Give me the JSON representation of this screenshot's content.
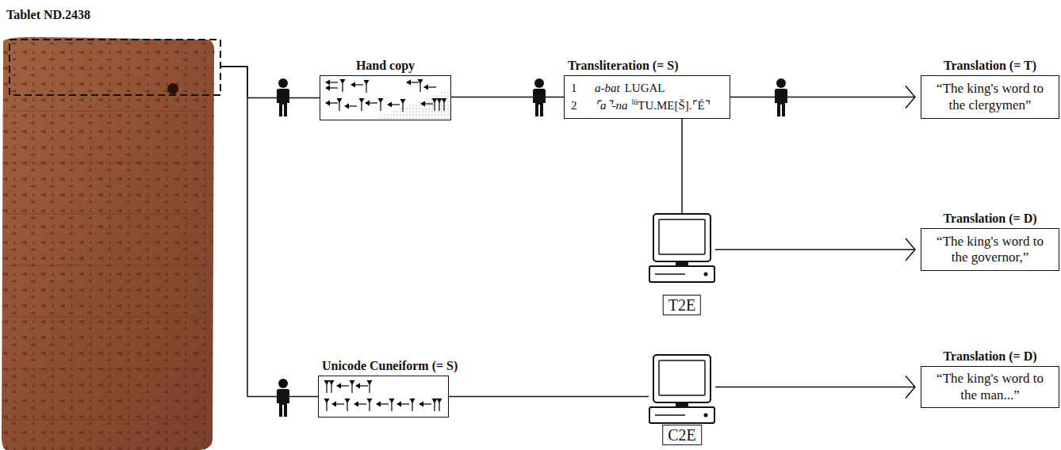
{
  "diagram": {
    "nodes": [
      {
        "text": [
          "Tablet ND.2438"
        ]
      },
      {
        "text": [
          "Hand copy"
        ]
      },
      {
        "text": [
          "Transliteration (= S)",
          "1",
          "a-bat",
          "LUGAL",
          "2",
          "⌜a⌝-na",
          "lú",
          "TU.ME[Š].⌜É⌝"
        ]
      },
      {
        "text": [
          "Translation (= T)",
          "“The king's word to the clergymen”"
        ]
      },
      {
        "text": [
          "T2E"
        ]
      },
      {
        "text": [
          "Translation (= D)",
          "“The king's word to the governor,”"
        ]
      },
      {
        "text": [
          "Unicode Cuneiform (= S)"
        ]
      },
      {
        "text": [
          "C2E"
        ]
      },
      {
        "text": [
          "Translation (= D)",
          "“The king's word to the man...”"
        ]
      }
    ],
    "edges": [
      {
        "from": 0,
        "to": 1,
        "arrow": "none"
      },
      {
        "from": 0,
        "to": 6,
        "arrow": "none"
      },
      {
        "from": 1,
        "to": 2,
        "arrow": "none"
      },
      {
        "from": 2,
        "to": 3,
        "arrow": "to"
      },
      {
        "from": 2,
        "to": 4,
        "arrow": "none"
      },
      {
        "from": 4,
        "to": 5,
        "arrow": "to"
      },
      {
        "from": 6,
        "to": 7,
        "arrow": "none"
      },
      {
        "from": 7,
        "to": 8,
        "arrow": "to"
      }
    ]
  }
}
